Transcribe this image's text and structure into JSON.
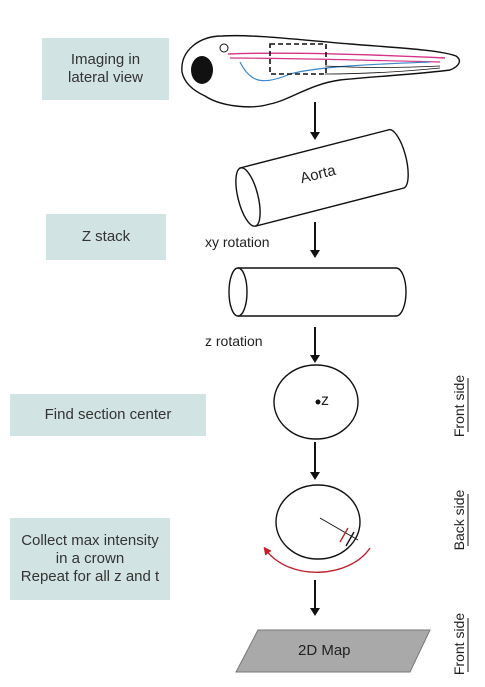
{
  "steps": {
    "imaging": [
      "Imaging in",
      "lateral view"
    ],
    "zstack": "Z stack",
    "find_center": "Find section center",
    "collect": [
      "Collect max intensity",
      "in a crown",
      "Repeat for all z and t"
    ]
  },
  "labels": {
    "aorta": "Aorta",
    "xy_rotation": "xy rotation",
    "z_rotation": "z rotation",
    "center_marker": "z",
    "map": "2D Map"
  },
  "sides": {
    "first": "Front side",
    "second": "Back side",
    "third": "Front side"
  },
  "colors": {
    "box_fill": "#d2e3e3",
    "vessel_pink": "#d6338a",
    "vessel_blue": "#3a86c8",
    "crown_arrow": "#c0202a",
    "map_fill": "#a9a9a9"
  },
  "icons": {
    "embryo": "zebrafish-embryo-icon",
    "arrow": "down-arrow-icon"
  }
}
